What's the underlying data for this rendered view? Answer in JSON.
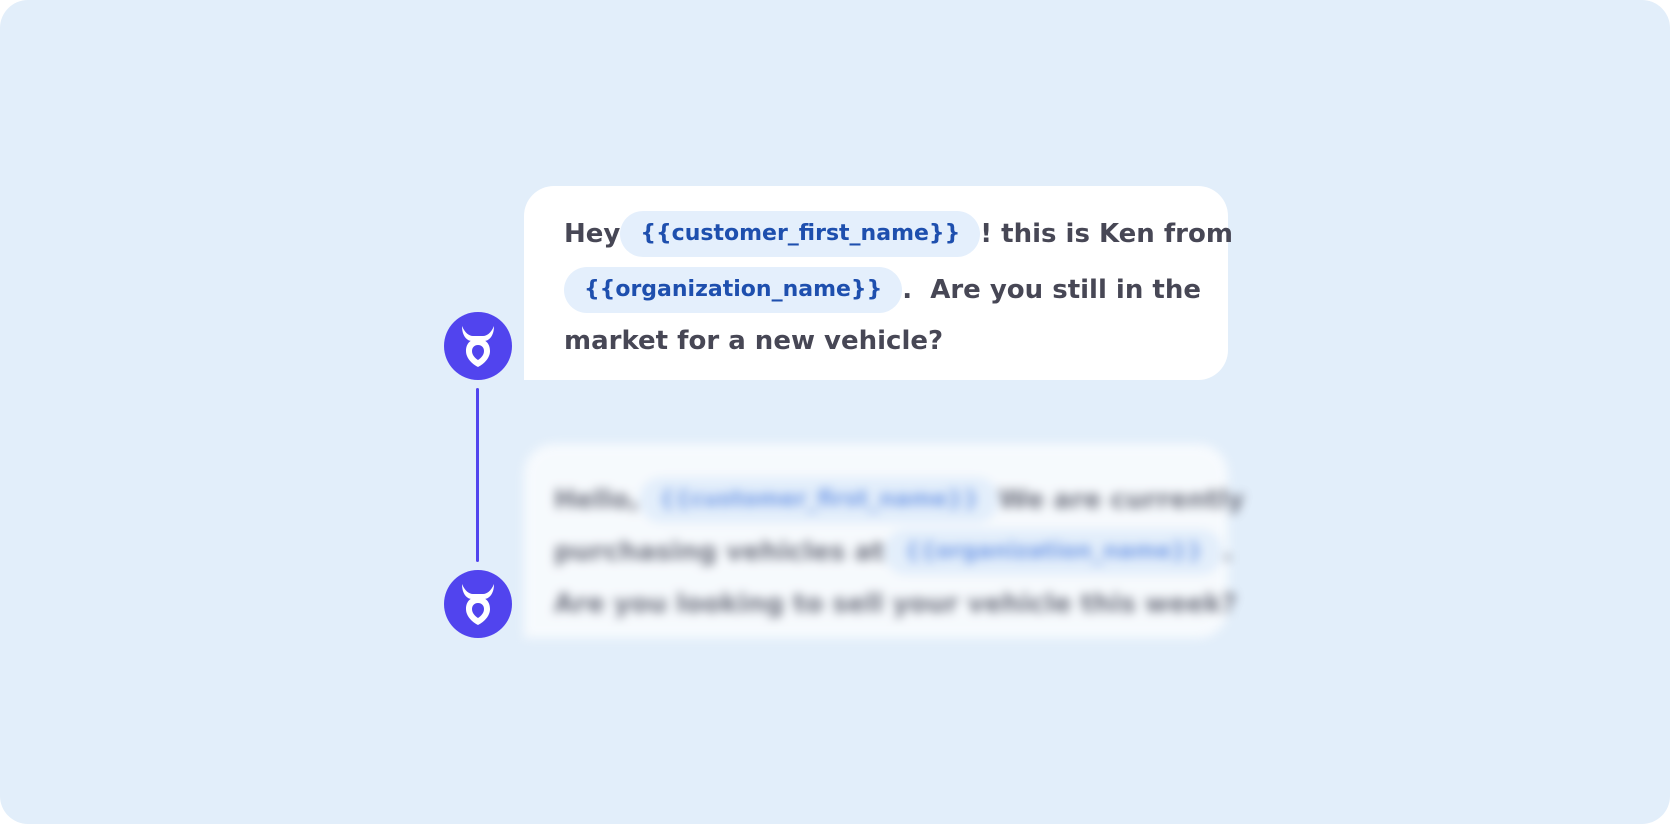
{
  "messages": [
    {
      "parts": {
        "greeting": "Hey",
        "var1": "{{customer_first_name}}",
        "after1": "! this is Ken from",
        "var2": "{{organization_name}}",
        "after2": ".  Are you still in the",
        "line3": "market for a new vehicle?"
      }
    },
    {
      "parts": {
        "greeting": "Hello,",
        "var1": "{{customer_first_name}}",
        "after1": "We are currently",
        "before2": "purchasing vehicles at",
        "var2": "{{organization_name}}",
        "after2": ".",
        "line3": "Are you looking to sell your vehicle this week?"
      }
    }
  ],
  "avatar_icon": "bull-head-icon",
  "colors": {
    "accent": "#5144ee",
    "background": "#e2eefa",
    "chip_bg": "#e4effc",
    "chip_text": "#1e4fae",
    "text": "#474755"
  }
}
